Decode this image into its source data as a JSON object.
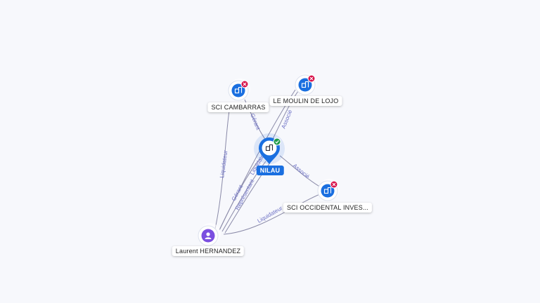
{
  "colors": {
    "company": "#1a6fe0",
    "person": "#7b4fe0",
    "closed_badge": "#d8134a",
    "active_badge": "#1f9a4a",
    "edge": "#8a8aa8",
    "edge_label": "#6b6fc4"
  },
  "nodes": {
    "nilau": {
      "label": "NILAU",
      "icon": "building-icon",
      "status": "active"
    },
    "cambarras": {
      "label": "SCI CAMBARRAS",
      "icon": "building-icon",
      "status": "closed"
    },
    "lojo": {
      "label": "LE MOULIN DE LOJO",
      "icon": "building-icon",
      "status": "closed"
    },
    "occidental": {
      "label": "SCI OCCIDENTAL INVES...",
      "icon": "building-icon",
      "status": "closed"
    },
    "hernandez": {
      "label": "Laurent HERNANDEZ",
      "icon": "person-icon"
    }
  },
  "edges": {
    "cambarras_nilau": "Gérant",
    "lojo_nilau": "Associé",
    "nilau_occidental": "Associé",
    "hernandez_cambarras": "Liquidateur",
    "hernandez_nilau_1": "Liquidateur",
    "hernandez_nilau_2": "Gérant",
    "hernandez_nilau_3": "Représentant",
    "hernandez_occidental": "Liquidateur"
  }
}
